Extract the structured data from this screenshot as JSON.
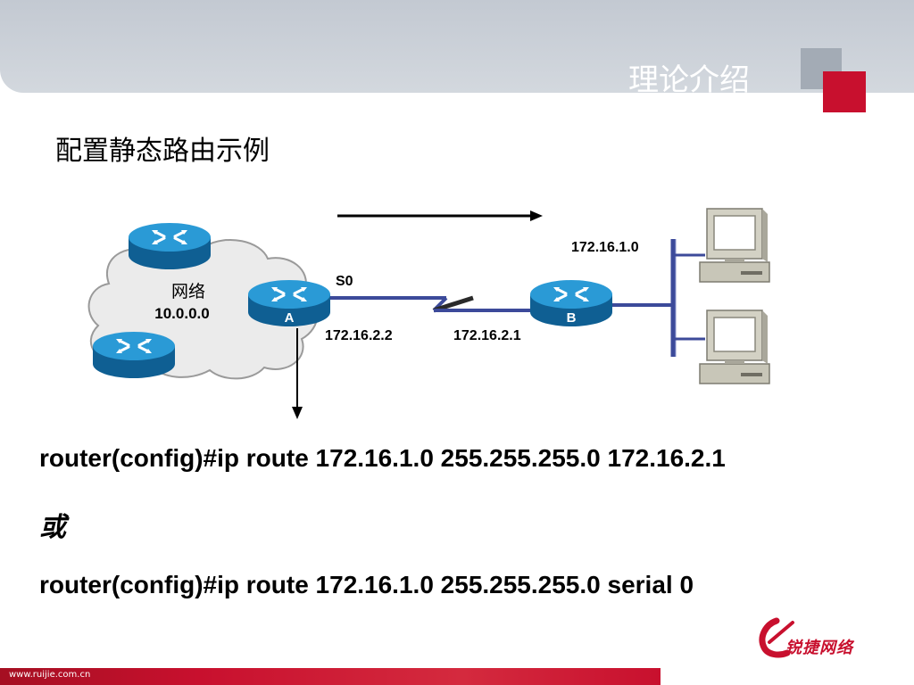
{
  "header": {
    "title": "理论介绍"
  },
  "slide": {
    "heading": "配置静态路由示例"
  },
  "diagram": {
    "cloud_label_line1": "网络",
    "cloud_label_line2": "10.0.0.0",
    "router_a_label": "A",
    "router_b_label": "B",
    "interface_label": "S0",
    "ip_a": "172.16.2.2",
    "ip_b": "172.16.2.1",
    "lan_network": "172.16.1.0",
    "colors": {
      "router": "#1c8bc7",
      "router_dark": "#0f5f93",
      "link": "#3c4a9a"
    },
    "icons": [
      "router-icon",
      "router-icon",
      "router-icon",
      "router-icon",
      "computer-icon",
      "computer-icon"
    ]
  },
  "commands": {
    "cmd1": "router(config)#ip route 172.16.1.0 255.255.255.0 172.16.2.1",
    "or_text": "或",
    "cmd2": "router(config)#ip route 172.16.1.0 255.255.255.0 serial 0"
  },
  "footer": {
    "url": "www.ruijie.com.cn",
    "logo_text": "锐捷网络",
    "accent_color": "#c8102e"
  }
}
